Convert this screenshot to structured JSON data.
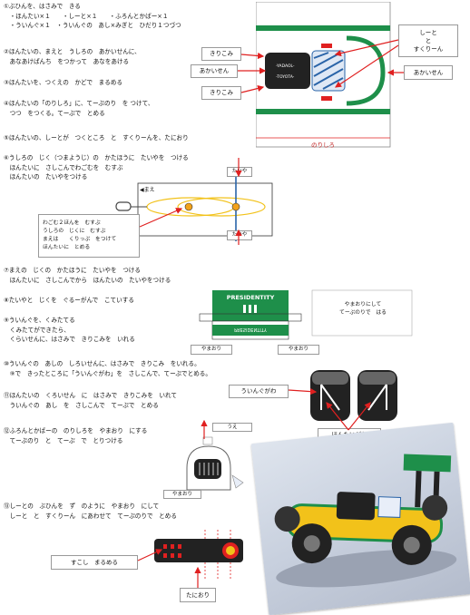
{
  "steps": [
    {
      "lines": [
        "①ぶひんを、はさみで　きる",
        "　・ほんたい×１　　・しーと×１　　・ふろんとかばー×１",
        "　・ういんぐ×１　・ういんぐの　あし×みぎと　ひだり１つづつ"
      ]
    },
    {
      "lines": [
        "②ほんたいの、まえと　うしろの　あかいせんに、",
        "　あなあけぱんち　をつかって　あなをあける"
      ]
    },
    {
      "lines": [
        "③ほんたいを、つくえの　かどで　まるめる"
      ]
    },
    {
      "lines": [
        "④ほんたいの「のりしろ」に、てーぷのり　を つけて、",
        "　つつ　をつくる。てーぷで　とめる"
      ]
    },
    {
      "lines": [
        "⑤ほんたいの、しーとが　つくところ　と　すくりーんを、たにおり"
      ]
    },
    {
      "lines": [
        "⑥うしろの　じく（つまようじ）の　かたほうに　たいやを　つける",
        "　ほんたいに　さしこんでわごむを　むすぶ",
        "　ほんたいの　たいやをつける"
      ]
    },
    {
      "lines": [
        "⑦まえの　じくの　かたほうに　たいやを　つける",
        "　ほんたいに　さしこんでから　ほんたいの　たいやをつける"
      ]
    },
    {
      "lines": [
        "⑧たいやと　じくを　ぐるーがんで　こていする"
      ]
    },
    {
      "lines": [
        "⑨ういんぐを、くみたてる",
        "　くみたてができたら、",
        "　くらいせんに、はさみで　きりこみを　いれる"
      ]
    },
    {
      "lines": [
        "⑩ういんぐの　あしの　しろいせんに、はさみで　きりこみ　をいれる。",
        "　⑨で　きったところに「ういんぐがわ」を　さしこんで、てーぷでとめる。"
      ]
    },
    {
      "lines": [
        "⑪ほんたいの　くろいせん　に　はさみで　きりこみを　いれて",
        "　ういんぐの　あし　を　さしこんで　てーぷで　とめる"
      ]
    },
    {
      "lines": [
        "⑫ふろんとかばーの　のりしろを　やまおり　にする",
        "　てーぷのり　と　てーぷ　で　とりつける"
      ]
    },
    {
      "lines": [
        "⑬しーとの　ぶひんを　ず　のように　やまおり　にして",
        "　しーと　と　すくりーん　にあわせて　てーぷのりで　とめる"
      ]
    }
  ],
  "labels": {
    "kirikomi_top": "きりこみ",
    "akaisen_left": "あかいせん",
    "kirikomi_bottom": "きりこみ",
    "seat_screen": "しーと\nと\nすくりーん",
    "akaisen_right": "あかいせん",
    "norishiro": "のりしろ",
    "taiya_top": "たいや",
    "taiya_bottom": "たいや",
    "mae": "◀まえ",
    "wagomu_note": "わごむ２ほんを　むすぶ\nうしろの　じくに　むすぶ\nまえは　　くりっぷ　をつけて\nほんたいに　とめる",
    "presidentity": "PRESIDENTITY",
    "presidentity_mirror": "PRESIDENTITY",
    "yamaori_note": "やまおりにして\nてーぷのりで　はる",
    "yamaori_1": "やまおり",
    "yamaori_2": "やまおり",
    "wing_side": "ういんぐがわ",
    "body_side": "ほんたいがわ",
    "ue": "うえ",
    "yamaori_3": "やまおり",
    "sukoshi_marumeru": "すこし　まるめる",
    "taniori": "たにおり",
    "car_text": "-YADAOL-",
    "car_text2": "-TOYOTA-"
  },
  "colors": {
    "green": "#1e8f4a",
    "red": "#e02020",
    "yellow": "#f2c21a",
    "blue": "#2a64a8",
    "dark": "#222222"
  }
}
